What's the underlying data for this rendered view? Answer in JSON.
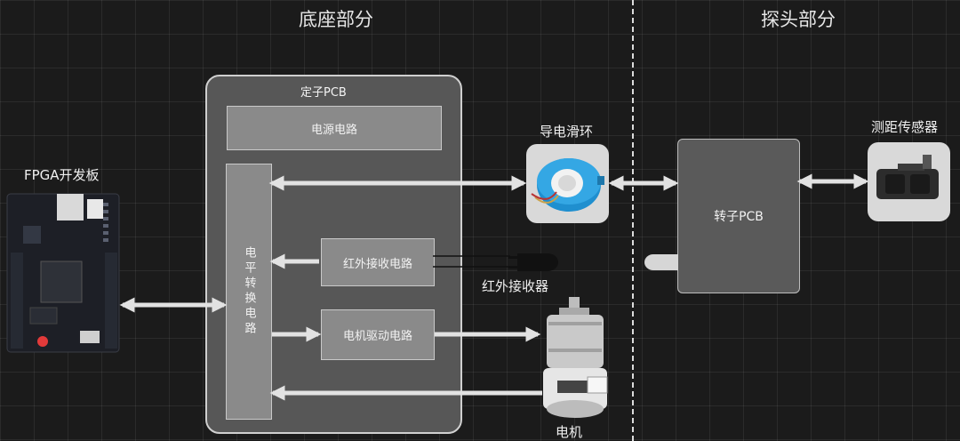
{
  "sections": {
    "base": "底座部分",
    "probe": "探头部分"
  },
  "stator": {
    "title": "定子PCB",
    "power": "电源电路",
    "level_shift": "电平转换电路",
    "ir_receiver_circuit": "红外接收电路",
    "motor_driver": "电机驱动电路"
  },
  "components": {
    "fpga": "FPGA开发板",
    "slip_ring": "导电滑环",
    "ir_receiver": "红外接收器",
    "motor": "电机",
    "rotor": "转子PCB",
    "range_sensor": "测距传感器"
  },
  "colors": {
    "arrow": "#e2e2e2",
    "box": "#8a8a8a",
    "stator": "#575757",
    "rotor": "#5a5a5a"
  }
}
